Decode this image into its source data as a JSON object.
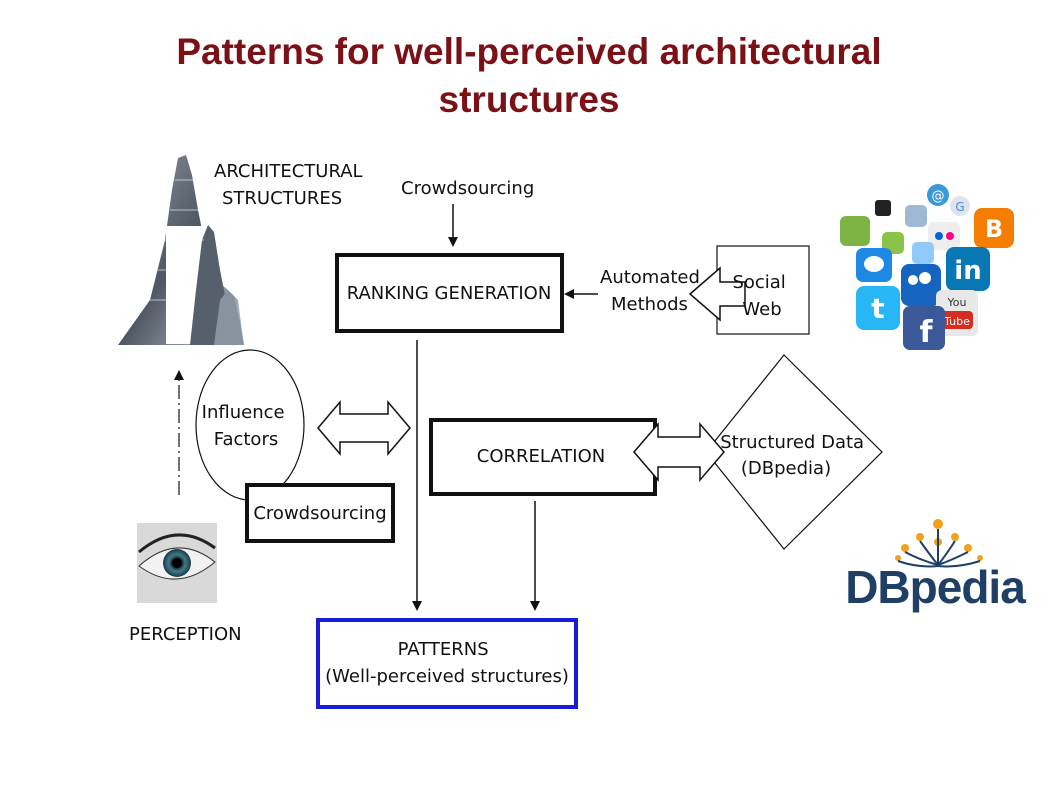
{
  "title": {
    "line1": "Patterns for well-perceived architectural",
    "line2": "structures"
  },
  "diagram": {
    "architectural_structures": [
      "ARCHITECTURAL",
      "STRUCTURES"
    ],
    "crowdsourcing_top": "Crowdsourcing",
    "ranking_generation": "RANKING GENERATION",
    "automated_methods": [
      "Automated",
      "Methods"
    ],
    "social_web": [
      "Social",
      "Web"
    ],
    "influence_factors": [
      "Influence",
      "Factors"
    ],
    "crowdsourcing_bottom": "Crowdsourcing",
    "correlation": "CORRELATION",
    "structured_data": [
      "Structured Data",
      "(DBpedia)"
    ],
    "perception": "PERCEPTION",
    "patterns": [
      "PATTERNS",
      "(Well-perceived structures)"
    ],
    "dbpedia_logo": "DBpedia",
    "social_icons": [
      "facebook-icon",
      "twitter-icon",
      "linkedin-icon",
      "blogger-icon",
      "youtube-icon",
      "myspace-icon",
      "flickr-icon",
      "delicious-icon",
      "google-icon",
      "email-icon"
    ]
  },
  "colors": {
    "title": "#7b1116",
    "patterns_border": "#1a1ad9",
    "dbpedia_text": "#1f3f66",
    "dbpedia_dots": "#f2a21a"
  }
}
